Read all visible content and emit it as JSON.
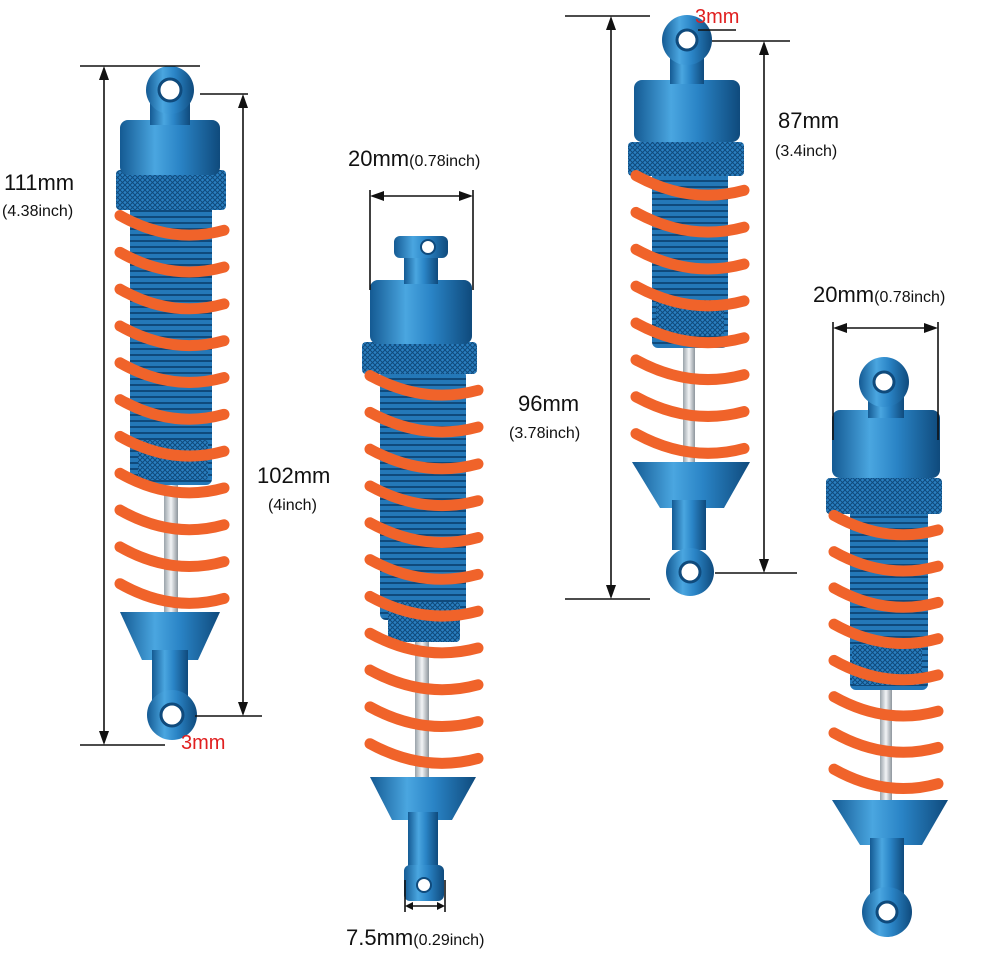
{
  "colors": {
    "aluminum_blue": "#2a84c6",
    "aluminum_dark": "#145a93",
    "spring_orange": "#f0632a",
    "shaft_silver": "#d8dde2",
    "dimension_line": "#111111",
    "hole_size_text": "#e02020"
  },
  "dimensions": {
    "shock_a": {
      "overall_length_mm": "111mm",
      "overall_length_inch": "(4.38inch)",
      "eye_center_length_mm": "102mm",
      "eye_center_length_inch": "(4inch)",
      "hole_size": "3mm"
    },
    "shock_b": {
      "width_mm": "20mm",
      "width_inch": "(0.78inch)",
      "mount_width_mm": "7.5mm",
      "mount_width_inch": "(0.29inch)"
    },
    "shock_c": {
      "hole_size": "3mm",
      "eye_center_length_mm": "87mm",
      "eye_center_length_inch": "(3.4inch)",
      "overall_length_mm": "96mm",
      "overall_length_inch": "(3.78inch)"
    },
    "shock_d": {
      "width_mm": "20mm",
      "width_inch": "(0.78inch)"
    }
  }
}
